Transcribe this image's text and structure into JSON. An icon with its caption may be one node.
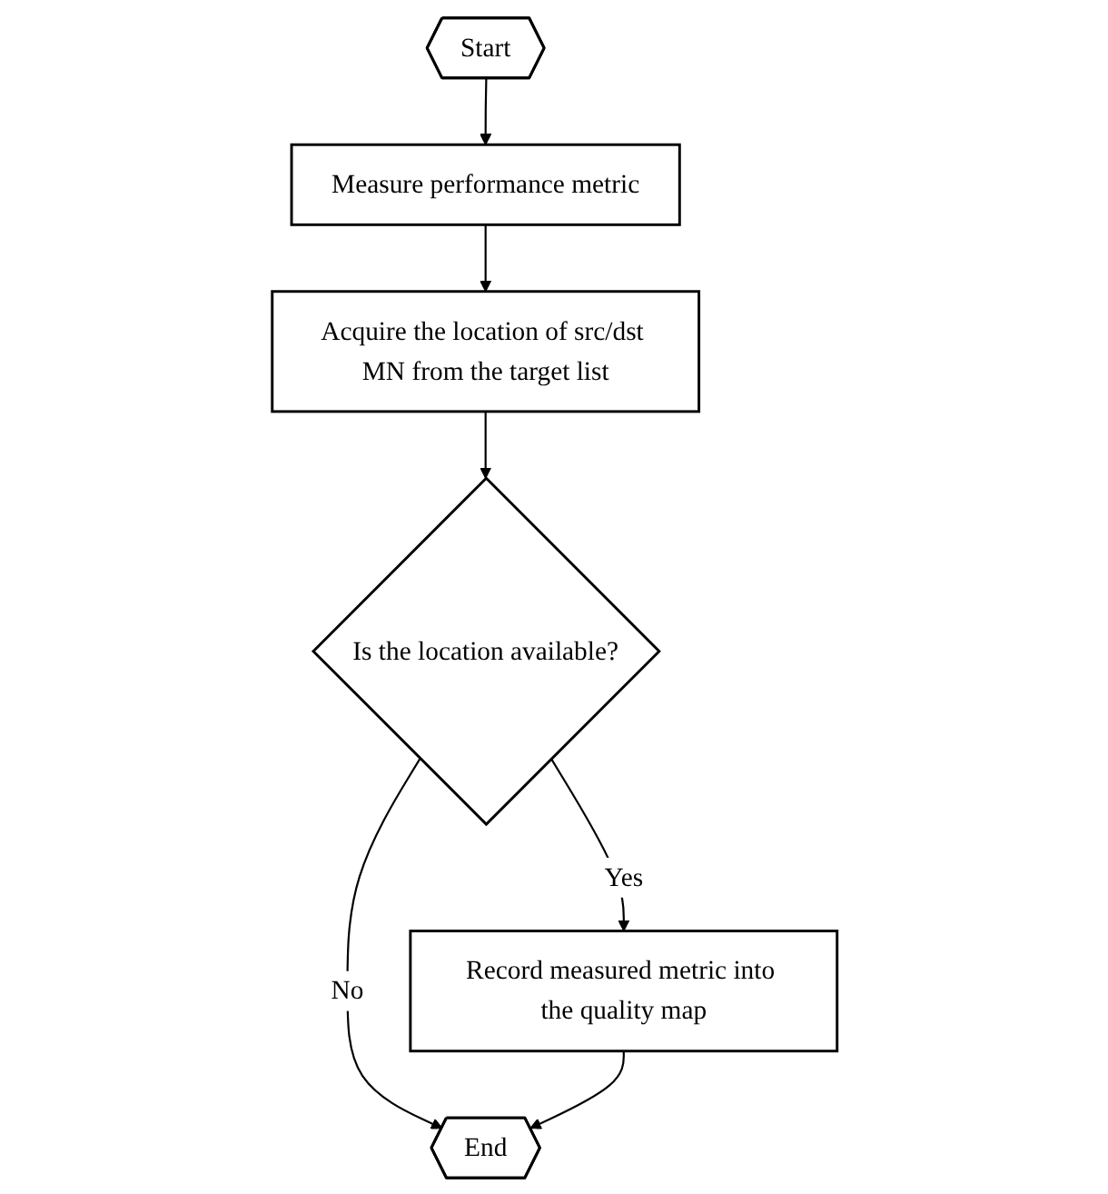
{
  "diagram": {
    "nodes": [
      {
        "text": [
          "Start"
        ]
      },
      {
        "text": [
          "Measure performance metric"
        ]
      },
      {
        "text": [
          "Acquire the location of src/dst MN from the target list"
        ]
      },
      {
        "text": [
          "Is the location available?"
        ]
      },
      {
        "text": [
          "Record measured metric into the quality map"
        ]
      },
      {
        "text": [
          "End"
        ]
      }
    ],
    "edges": [
      {
        "from": 0,
        "to": 1,
        "arrow": "to"
      },
      {
        "from": 1,
        "to": 2,
        "arrow": "to"
      },
      {
        "from": 2,
        "to": 3,
        "arrow": "to"
      },
      {
        "from": 3,
        "to": 4,
        "label": "Yes",
        "arrow": "to"
      },
      {
        "from": 3,
        "to": 5,
        "label": "No",
        "arrow": "to"
      },
      {
        "from": 4,
        "to": 5,
        "arrow": "to"
      }
    ]
  }
}
